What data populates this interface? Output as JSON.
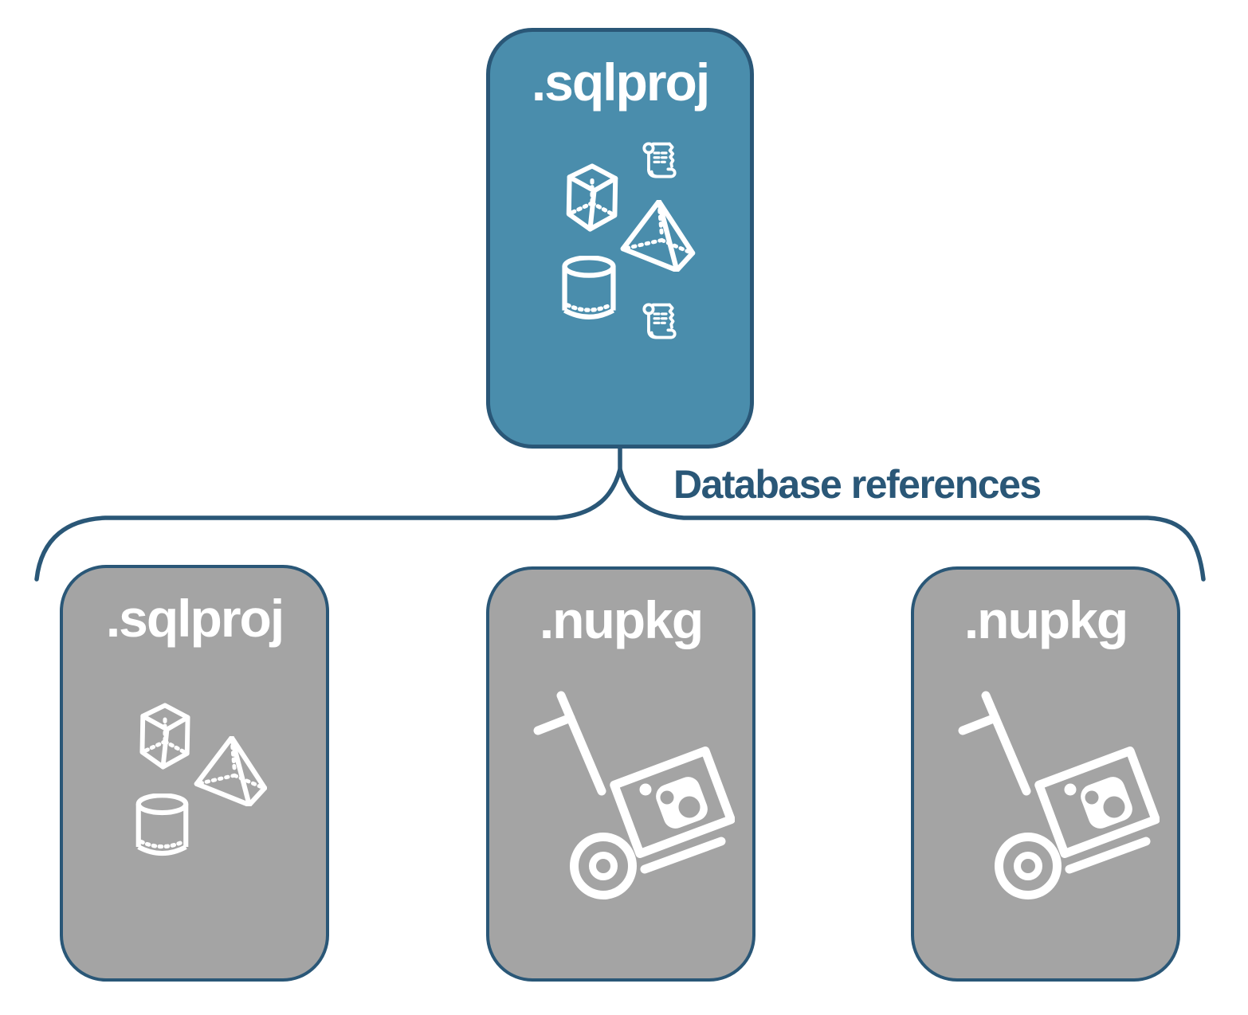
{
  "diagram": {
    "connector_label": "Database references",
    "colors": {
      "accent_blue": "#4a8dac",
      "box_gray": "#a4a4a4",
      "line_navy": "#2a5777",
      "icon_white": "#ffffff"
    },
    "nodes": {
      "root": {
        "label": ".sqlproj",
        "icons": [
          "scroll-icon",
          "cube-icon",
          "pyramid-icon",
          "cylinder-icon",
          "scroll-icon"
        ]
      },
      "children": [
        {
          "label": ".sqlproj",
          "icons": [
            "cube-icon",
            "pyramid-icon",
            "cylinder-icon"
          ]
        },
        {
          "label": ".nupkg",
          "icons": [
            "nuget-dolly-icon"
          ]
        },
        {
          "label": ".nupkg",
          "icons": [
            "nuget-dolly-icon"
          ]
        }
      ]
    }
  }
}
